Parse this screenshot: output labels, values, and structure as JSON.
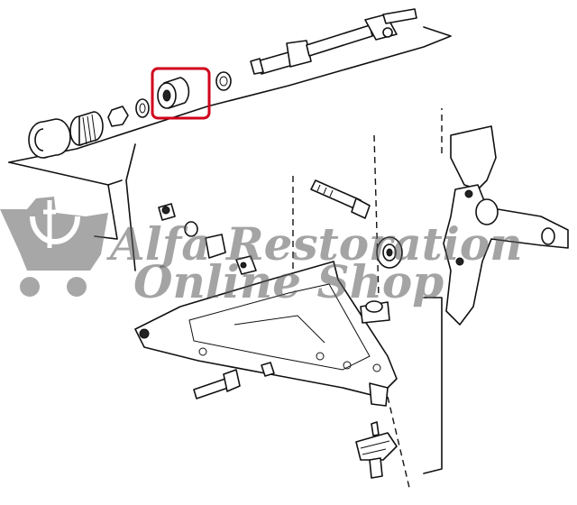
{
  "watermark": {
    "line1": "Alfa Restoration",
    "line2": "Online Shop",
    "logo_icon": "alfa-romeo-cart-logo-icon"
  },
  "highlight": {
    "color": "#d0021b",
    "target": "bushing"
  }
}
